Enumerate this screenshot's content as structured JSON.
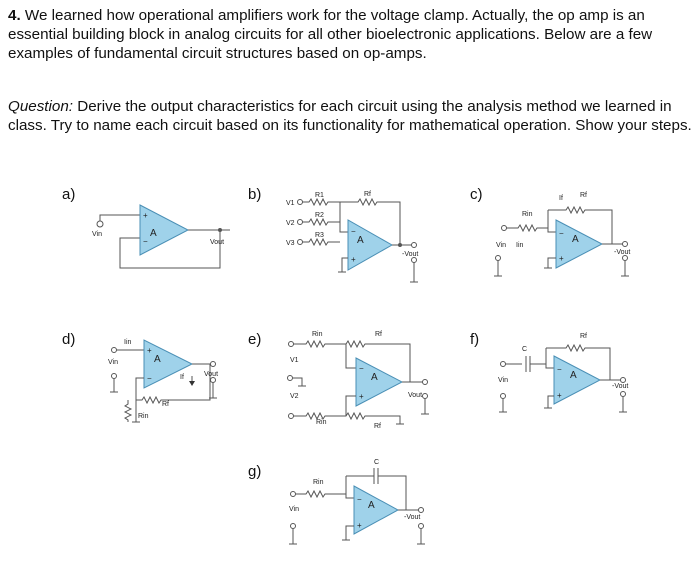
{
  "question": {
    "number": "4.",
    "intro": "We learned how operational amplifiers work for the voltage clamp. Actually, the op amp is an essential building block in analog circuits for all other bioelectronic applications. Below are a few examples of fundamental circuit structures based on op-amps.",
    "question_label": "Question:",
    "question_text": "Derive the output characteristics for each circuit using the analysis method we learned in class. Try to name each circuit based on its functionality for mathematical operation. Show your steps."
  },
  "circuits": {
    "a": {
      "label": "a)",
      "vin": "Vin",
      "vout": "Vout",
      "amp": "A"
    },
    "b": {
      "label": "b)",
      "r1": "R1",
      "r2": "R2",
      "r3": "R3",
      "rf": "Rf",
      "v1": "V1",
      "v2": "V2",
      "v3": "V3",
      "vout": "-Vout",
      "amp": "A"
    },
    "c": {
      "label": "c)",
      "rin": "Rin",
      "rf": "Rf",
      "if": "If",
      "vin": "Vin",
      "iin": "Iin",
      "vout": "-Vout",
      "amp": "A"
    },
    "d": {
      "label": "d)",
      "iin": "Iin",
      "vin": "Vin",
      "if": "If",
      "vout": "Vout",
      "rf": "Rf",
      "rin": "Rin",
      "amp": "A"
    },
    "e": {
      "label": "e)",
      "rin_top": "Rin",
      "rf_top": "Rf",
      "v1": "V1",
      "v2": "V2",
      "vout": "Vout",
      "rin_bot": "Rin",
      "rf_bot": "Rf",
      "amp": "A"
    },
    "f": {
      "label": "f)",
      "rf": "Rf",
      "c": "C",
      "vin": "Vin",
      "vout": "-Vout",
      "amp": "A"
    },
    "g": {
      "label": "g)",
      "c": "C",
      "rin": "Rin",
      "vin": "Vin",
      "vout": "-Vout",
      "amp": "A"
    }
  }
}
